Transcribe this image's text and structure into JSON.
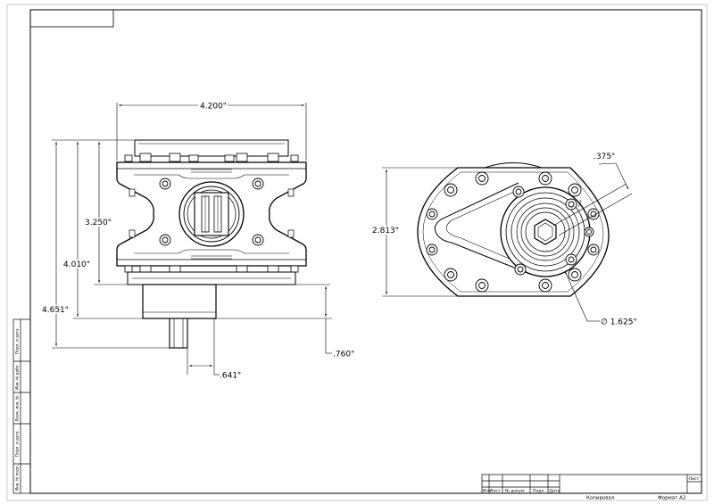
{
  "dimensions": {
    "width_top": "4.200\"",
    "height_a": "3.250\"",
    "height_b": "4.010\"",
    "height_c": "4.651\"",
    "shaft_offset": ".641\"",
    "base_height": ".760\"",
    "flange_height": "2.813\"",
    "hex_size": ".375\"",
    "bore_diameter": "∅ 1.625\""
  },
  "title_block": {
    "headers": [
      "Изм",
      "Лист",
      "№ докум.",
      "Подп.",
      "Дата"
    ],
    "sheet_label": "Лист",
    "copied": "Копировал",
    "format": "Формат A2"
  },
  "side_strip": [
    "Подп. и дата",
    "Инв. № дубл.",
    "Взам. инв. №",
    "Подп. и дата",
    "Инв. № подл."
  ]
}
